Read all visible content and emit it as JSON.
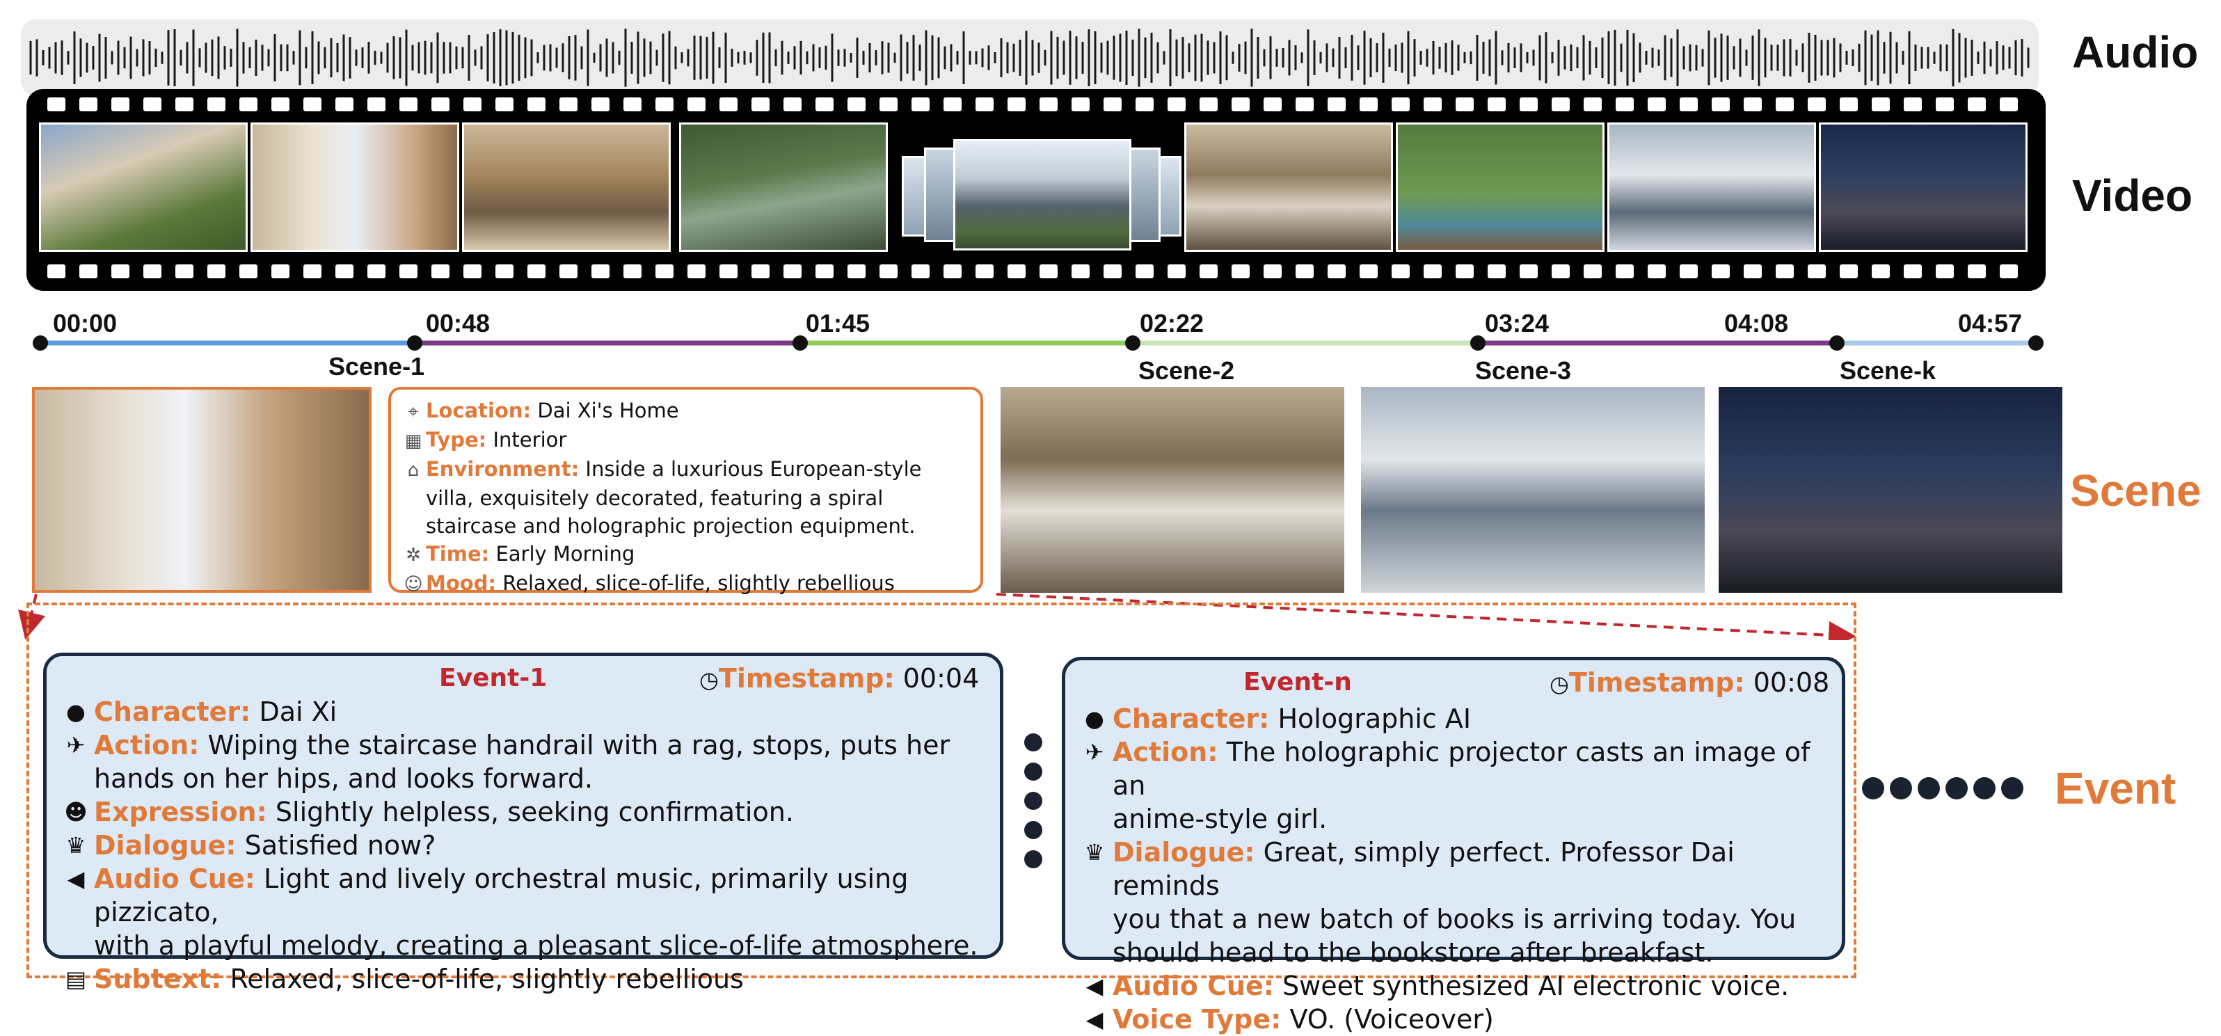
{
  "labels": {
    "audio": "Audio",
    "video": "Video",
    "scene": "Scene",
    "event": "Event"
  },
  "timeline": {
    "times": [
      "00:00",
      "00:48",
      "01:45",
      "02:22",
      "03:24",
      "04:08",
      "04:57"
    ],
    "scenes": [
      "Scene-1",
      "Scene-2",
      "Scene-3",
      "Scene-k"
    ],
    "segment_colors": [
      "#5b9be0",
      "#7a3a86",
      "#8fcc5a",
      "#c8e6b8",
      "#7a3a86",
      "#a9c9ec"
    ]
  },
  "scene_info": {
    "location_label": "Location:",
    "location": "Dai Xi's Home",
    "type_label": "Type:",
    "type": "Interior",
    "environment_label": "Environment:",
    "environment_1": "Inside a luxurious European-style",
    "environment_2": "villa, exquisitely decorated, featuring a spiral",
    "environment_3": "staircase and holographic projection equipment.",
    "time_label": "Time:",
    "time": "Early Morning",
    "mood_label": "Mood:",
    "mood": "Relaxed, slice-of-life, slightly rebellious"
  },
  "event_1": {
    "title": "Event-1",
    "timestamp_label": "Timestamp:",
    "timestamp": "00:04",
    "character_label": "Character:",
    "character": "Dai Xi",
    "action_label": "Action:",
    "action_1": "Wiping the staircase handrail with a rag, stops, puts her",
    "action_2": "hands on her hips, and looks forward.",
    "expression_label": "Expression:",
    "expression": "Slightly helpless, seeking confirmation.",
    "dialogue_label": "Dialogue:",
    "dialogue": "Satisfied now?",
    "audio_label": "Audio Cue:",
    "audio_1": "Light and lively orchestral music, primarily using pizzicato,",
    "audio_2": "with a playful melody, creating a pleasant slice-of-life atmosphere.",
    "subtext_label": "Subtext:",
    "subtext": "Relaxed, slice-of-life, slightly rebellious"
  },
  "event_n": {
    "title": "Event-n",
    "timestamp_label": "Timestamp:",
    "timestamp": "00:08",
    "character_label": "Character:",
    "character": "Holographic AI",
    "action_label": "Action:",
    "action_1": "The holographic projector casts an image of an",
    "action_2": "anime-style girl.",
    "dialogue_label": "Dialogue:",
    "dialogue_1": "Great, simply perfect. Professor Dai reminds",
    "dialogue_2": "you that a new batch of books is arriving today. You",
    "dialogue_3": "should head to the bookstore after breakfast.",
    "audio_label": "Audio Cue:",
    "audio": "Sweet synthesized AI electronic voice.",
    "voice_label": "Voice Type:",
    "voice": "VO. (Voiceover)"
  },
  "colors": {
    "accent": "#e07a3a",
    "event_title": "#c0282d",
    "card_bg": "#dde9f5",
    "card_border": "#1a2a40"
  },
  "icons": [
    "location-pin-icon",
    "building-icon",
    "environment-icon",
    "running-figure-icon",
    "theater-masks-icon",
    "person-icon",
    "face-icon",
    "speech-people-icon",
    "speaker-icon",
    "document-icon",
    "clock-icon"
  ]
}
